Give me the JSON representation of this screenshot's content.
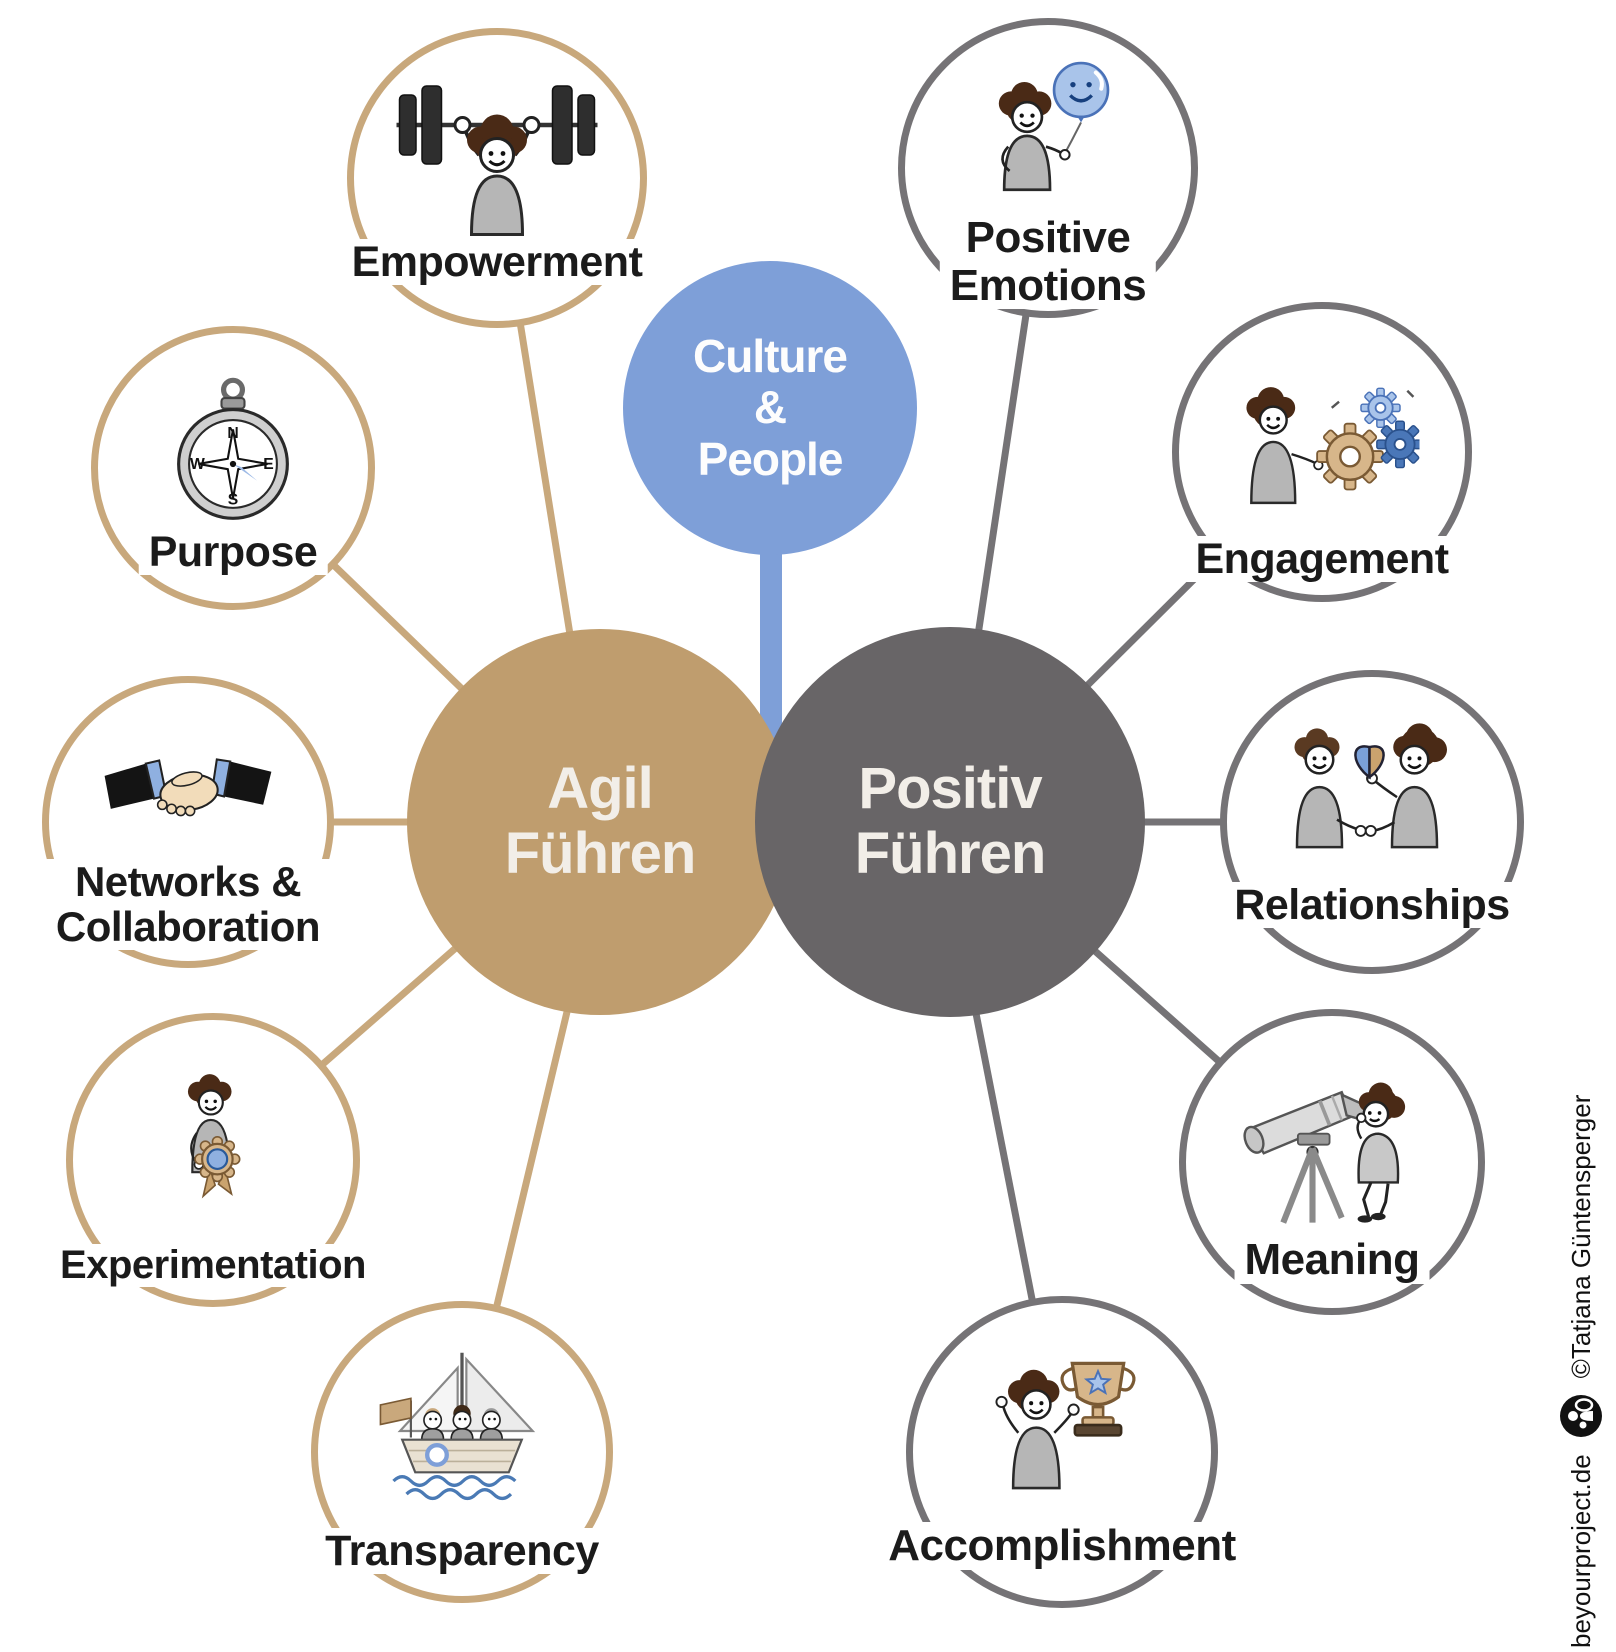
{
  "title": "Agil Führen / Positiv Führen mind map",
  "colors": {
    "blue": "#7e9fd8",
    "tan_fill": "#bf9d6e",
    "tan_stroke": "#c8a87c",
    "gray_fill": "#686567",
    "gray_stroke": "#757376",
    "label_text": "#1b1b1b",
    "hub_text": "#f2eee8"
  },
  "center": {
    "culture": {
      "lines": [
        "Culture",
        "&",
        "People"
      ],
      "color": "#7e9fd8"
    },
    "agil": {
      "lines": [
        "Agil",
        "Führen"
      ],
      "color": "#bf9d6e"
    },
    "positiv": {
      "lines": [
        "Positiv",
        "Führen"
      ],
      "color": "#686567"
    }
  },
  "satellites": [
    {
      "id": "empowerment",
      "branch": "agil",
      "label_lines": [
        "Empowerment"
      ],
      "icon": "weightlifter-icon"
    },
    {
      "id": "purpose",
      "branch": "agil",
      "label_lines": [
        "Purpose"
      ],
      "icon": "compass-icon"
    },
    {
      "id": "networks",
      "branch": "agil",
      "label_lines": [
        "Networks &",
        "Collaboration"
      ],
      "icon": "handshake-icon"
    },
    {
      "id": "experimentation",
      "branch": "agil",
      "label_lines": [
        "Experimentation"
      ],
      "icon": "award-ribbon-icon"
    },
    {
      "id": "transparency",
      "branch": "agil",
      "label_lines": [
        "Transparency"
      ],
      "icon": "sailboat-icon"
    },
    {
      "id": "positive-emotions",
      "branch": "positiv",
      "label_lines": [
        "Positive",
        "Emotions"
      ],
      "icon": "balloon-icon"
    },
    {
      "id": "engagement",
      "branch": "positiv",
      "label_lines": [
        "Engagement"
      ],
      "icon": "gears-icon"
    },
    {
      "id": "relationships",
      "branch": "positiv",
      "label_lines": [
        "Relationships"
      ],
      "icon": "people-handshake-icon"
    },
    {
      "id": "meaning",
      "branch": "positiv",
      "label_lines": [
        "Meaning"
      ],
      "icon": "telescope-icon"
    },
    {
      "id": "accomplishment",
      "branch": "positiv",
      "label_lines": [
        "Accomplishment"
      ],
      "icon": "trophy-icon"
    }
  ],
  "footer": {
    "site": "beyourproject.de",
    "credit": "©Tatjana Güntensperger",
    "logo": "beyourproject-logo-icon"
  }
}
